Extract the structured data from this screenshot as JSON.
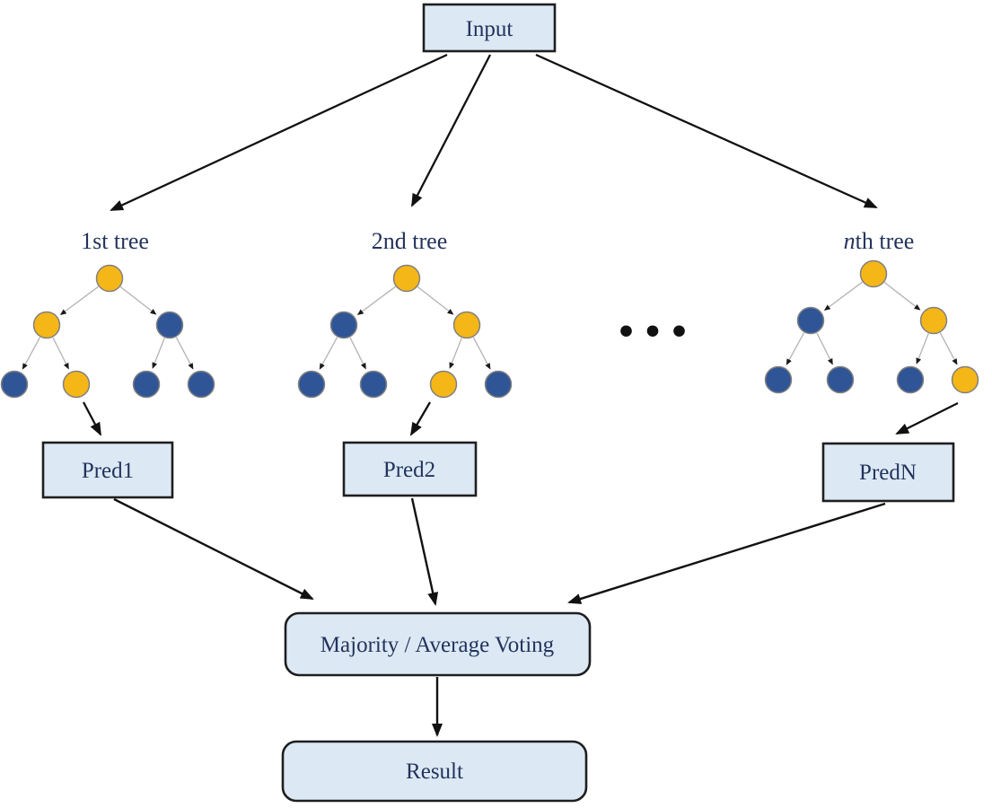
{
  "colors": {
    "box_fill": "#dce9f5",
    "box_border": "#1f1f1f",
    "node_yellow": "#F5B617",
    "node_blue": "#2F5597",
    "node_stroke": "#808080",
    "text": "#24335c",
    "edge_gray": "#b3b3b3",
    "arrow_black": "#111111"
  },
  "boxes": {
    "input": "Input",
    "voting": "Majority / Average Voting",
    "result": "Result"
  },
  "trees": [
    {
      "label_italic": "",
      "label": "1st tree",
      "pred": "Pred1",
      "node_colors": [
        "yellow",
        "yellow",
        "blue",
        "blue",
        "yellow",
        "blue",
        "blue"
      ],
      "output_leaf": 1
    },
    {
      "label_italic": "",
      "label": "2nd tree",
      "pred": "Pred2",
      "node_colors": [
        "yellow",
        "blue",
        "yellow",
        "blue",
        "blue",
        "yellow",
        "blue"
      ],
      "output_leaf": 2
    },
    {
      "label_italic": "n",
      "label": "th tree",
      "pred": "PredN",
      "node_colors": [
        "yellow",
        "blue",
        "yellow",
        "blue",
        "blue",
        "blue",
        "yellow"
      ],
      "output_leaf": 3
    }
  ],
  "ellipsis": "•••"
}
